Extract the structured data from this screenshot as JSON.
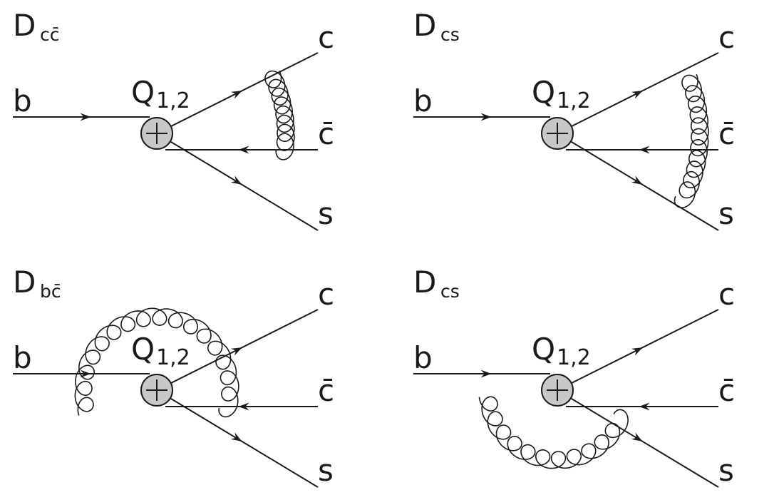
{
  "diagrams": [
    {
      "label_main": "D",
      "label_sub": "cc̄",
      "incoming": "b",
      "vertex": "Q",
      "vertex_sub": "1,2",
      "out_top": "c",
      "out_mid": "c̄",
      "out_bottom": "s",
      "gluon_between": [
        "c",
        "c̄"
      ]
    },
    {
      "label_main": "D",
      "label_sub": "cs",
      "incoming": "b",
      "vertex": "Q",
      "vertex_sub": "1,2",
      "out_top": "c",
      "out_mid": "c̄",
      "out_bottom": "s",
      "gluon_between": [
        "c",
        "s"
      ]
    },
    {
      "label_main": "D",
      "label_sub": "bc̄",
      "incoming": "b",
      "vertex": "Q",
      "vertex_sub": "1,2",
      "out_top": "c",
      "out_mid": "c̄",
      "out_bottom": "s",
      "gluon_between": [
        "b",
        "c̄"
      ]
    },
    {
      "label_main": "D",
      "label_sub": "cs",
      "incoming": "b",
      "vertex": "Q",
      "vertex_sub": "1,2",
      "out_top": "c",
      "out_mid": "c̄",
      "out_bottom": "s",
      "gluon_between": [
        "b",
        "s"
      ]
    }
  ],
  "colors": {
    "ink": "#1a1a1a",
    "vertex_fill": "#c8c8c8"
  }
}
